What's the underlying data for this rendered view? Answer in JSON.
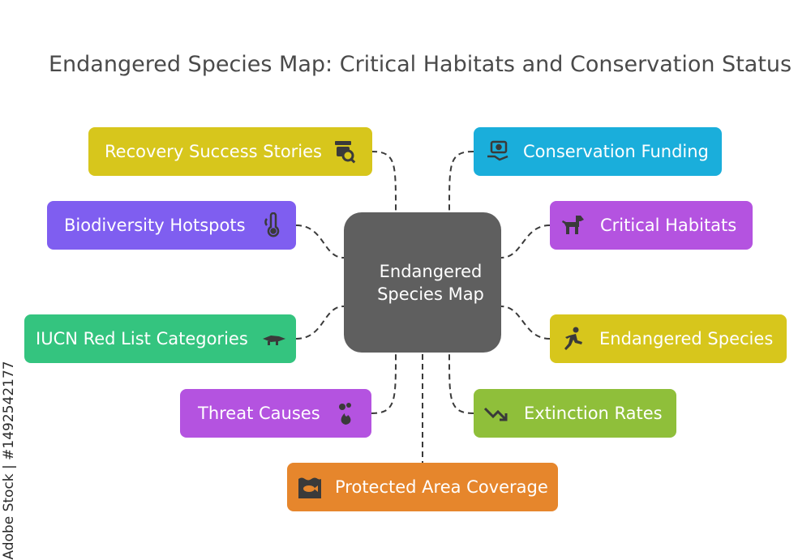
{
  "title": "Endangered Species Map: Critical Habitats and Conservation Status",
  "center": {
    "label": "Endangered Species Map"
  },
  "nodes": [
    {
      "label": "Recovery Success Stories",
      "icon": "award-search-icon",
      "color": "#d7c61c"
    },
    {
      "label": "Biodiversity Hotspots",
      "icon": "thermometer-icon",
      "color": "#7f5ef0"
    },
    {
      "label": "IUCN Red List Categories",
      "icon": "crocodile-icon",
      "color": "#34c47f"
    },
    {
      "label": "Threat Causes",
      "icon": "fire-smoke-icon",
      "color": "#b453e0"
    },
    {
      "label": "Conservation Funding",
      "icon": "money-hand-icon",
      "color": "#1aaedb"
    },
    {
      "label": "Critical Habitats",
      "icon": "dog-icon",
      "color": "#b453e0"
    },
    {
      "label": "Endangered Species",
      "icon": "running-person-icon",
      "color": "#d7c61c"
    },
    {
      "label": "Extinction Rates",
      "icon": "trend-down-icon",
      "color": "#8fbf3a"
    },
    {
      "label": "Protected Area Coverage",
      "icon": "fish-habitat-icon",
      "color": "#e6862c"
    }
  ],
  "watermark": "Adobe Stock | #1492542177"
}
